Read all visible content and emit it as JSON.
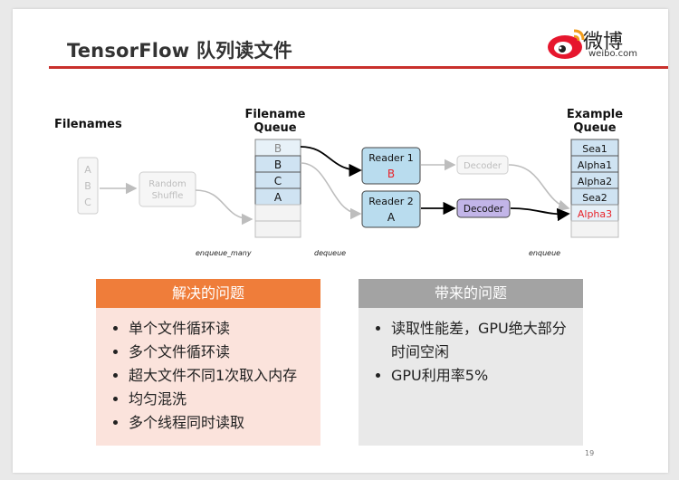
{
  "slide": {
    "title": "TensorFlow 队列读文件",
    "page_number": "19"
  },
  "logo": {
    "name": "微博",
    "url_text": "weibo.com"
  },
  "diagram": {
    "filenames_label": "Filenames",
    "filenames_items": [
      "A",
      "B",
      "C"
    ],
    "shuffle_label_line1": "Random",
    "shuffle_label_line2": "Shuffle",
    "filename_queue_title_line1": "Filename",
    "filename_queue_title_line2": "Queue",
    "filename_queue_items": [
      "B",
      "B",
      "C",
      "A"
    ],
    "reader1_label": "Reader 1",
    "reader1_value": "B",
    "reader2_label": "Reader 2",
    "reader2_value": "A",
    "decoder1_label": "Decoder",
    "decoder2_label": "Decoder",
    "example_queue_title_line1": "Example",
    "example_queue_title_line2": "Queue",
    "example_queue_items": [
      "Sea1",
      "Alpha1",
      "Alpha2",
      "Sea2",
      "Alpha3"
    ],
    "enqueue_many_label": "enqueue_many",
    "dequeue_label": "dequeue",
    "enqueue_label": "enqueue",
    "colors": {
      "highlight_red": "#e8232a",
      "reader_fill": "#b9dcee",
      "decoder_fill": "#c2b5e8",
      "faded": "#cfcfcf"
    }
  },
  "left_panel": {
    "heading": "解决的问题",
    "items": [
      "单个文件循环读",
      "多个文件循环读",
      "超大文件不同1次取入内存",
      "均匀混洗",
      "多个线程同时读取"
    ]
  },
  "right_panel": {
    "heading": "带来的问题",
    "items": [
      "读取性能差，GPU绝大部分时间空闲",
      "GPU利用率5%"
    ]
  }
}
